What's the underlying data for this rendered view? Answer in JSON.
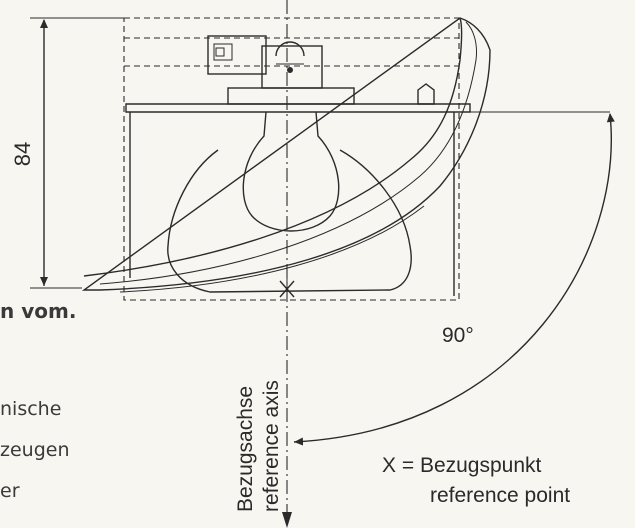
{
  "dimension": {
    "value": "84"
  },
  "angle": {
    "value": "90°"
  },
  "axis": {
    "label_de": "Bezugsachse",
    "label_en": "reference axis"
  },
  "reference_point": {
    "label_de": "X = Bezugspunkt",
    "label_en": "reference point"
  },
  "fragments": {
    "line1": "n vom.",
    "line2": "nische",
    "line3": "zeugen",
    "line4": "er"
  },
  "colors": {
    "ink": "#2b2b2b",
    "paper": "#f7f6f1"
  }
}
